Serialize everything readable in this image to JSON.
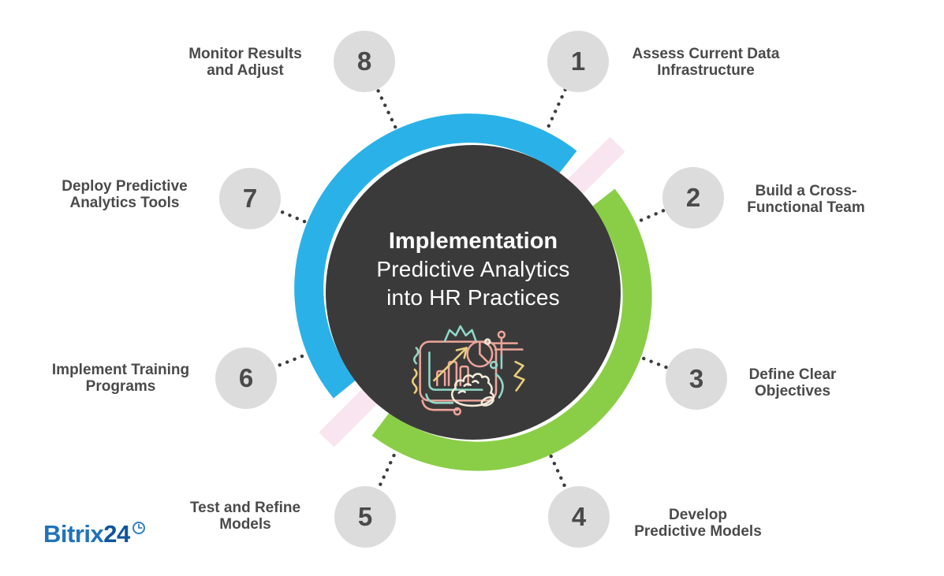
{
  "title": {
    "line1": "Implementation",
    "line2": "Predictive Analytics",
    "line3": "into HR Practices"
  },
  "steps": [
    {
      "number": "1",
      "label_line1": "Assess Current Data",
      "label_line2": "Infrastructure"
    },
    {
      "number": "2",
      "label_line1": "Build a Cross-",
      "label_line2": "Functional Team"
    },
    {
      "number": "3",
      "label_line1": "Define Clear",
      "label_line2": "Objectives"
    },
    {
      "number": "4",
      "label_line1": "Develop",
      "label_line2": "Predictive Models"
    },
    {
      "number": "5",
      "label_line1": "Test and Refine",
      "label_line2": "Models"
    },
    {
      "number": "6",
      "label_line1": "Implement Training",
      "label_line2": "Programs"
    },
    {
      "number": "7",
      "label_line1": "Deploy Predictive",
      "label_line2": "Analytics Tools"
    },
    {
      "number": "8",
      "label_line1": "Monitor Results",
      "label_line2": "and Adjust"
    }
  ],
  "logo": {
    "part1": "Bitrix",
    "part2": "24"
  },
  "icons": {
    "center": "hand-drawn-analytics-dashboard-icon",
    "logo_suffix": "clock-icon"
  },
  "colors": {
    "arc_blue": "#2ab2e8",
    "arc_green": "#8ace47",
    "center_circle": "#3b3a3a",
    "badge_bg": "#dcdcdc",
    "label_text": "#4a4a4a",
    "stripe_pink": "#f9e5ef",
    "dot_color": "#3c3c3c",
    "logo_blue": "#2173b9",
    "logo_dark_blue": "#0e559c"
  }
}
